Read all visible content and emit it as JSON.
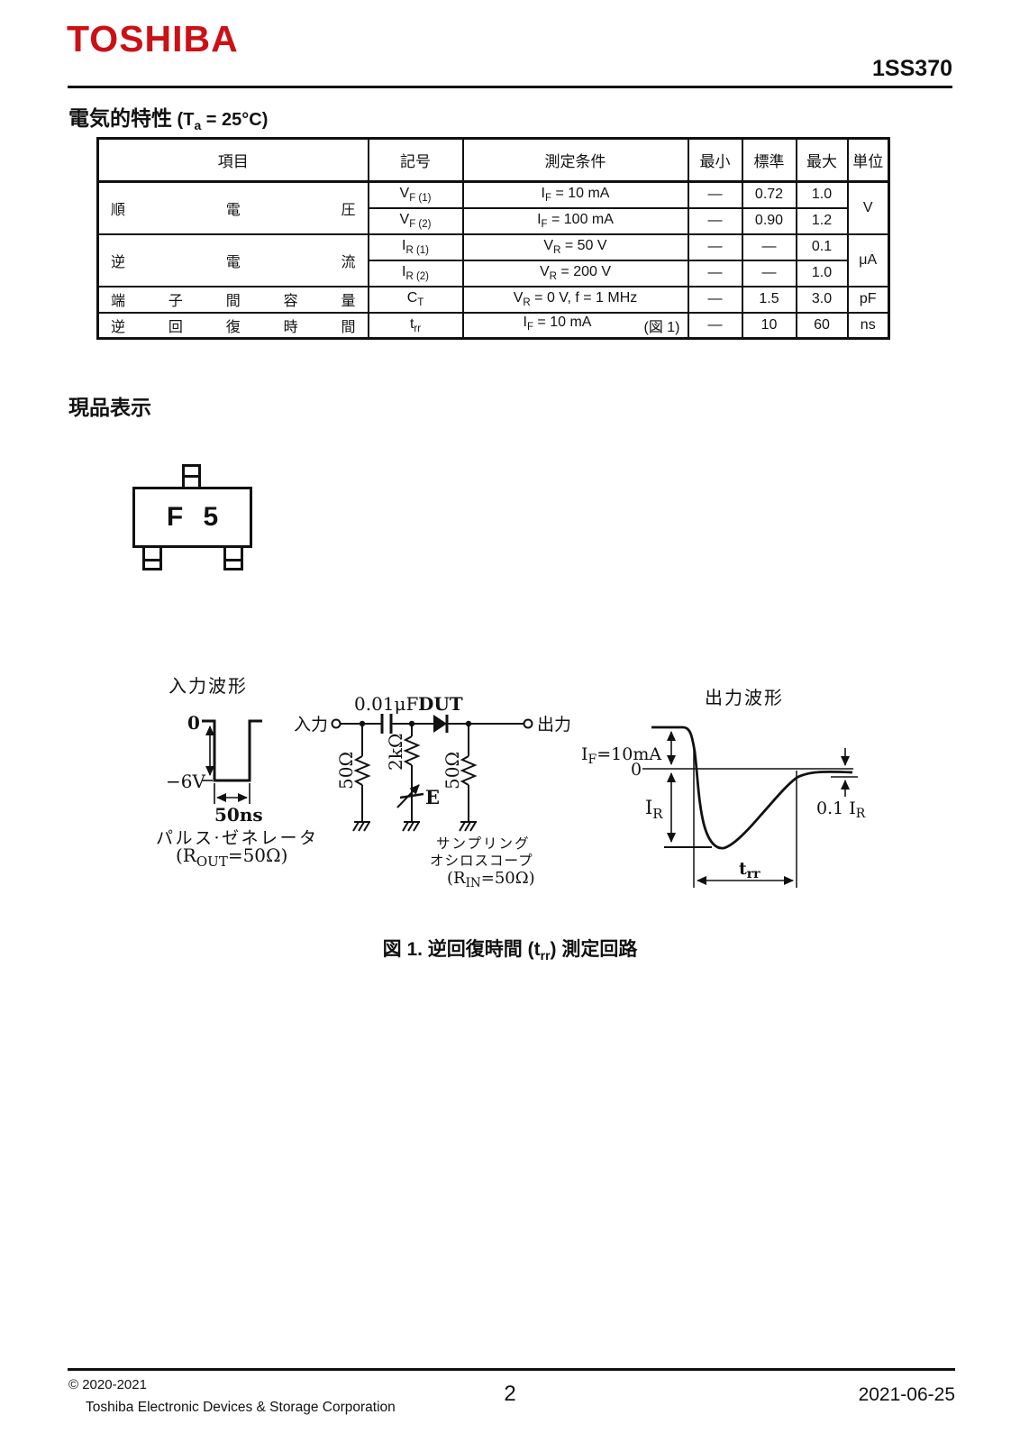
{
  "header": {
    "logo": "TOSHIBA",
    "part_number": "1SS370"
  },
  "electrical": {
    "title_main": "電気的特性",
    "title_cond_pre": " (T",
    "title_cond_sub": "a",
    "title_cond_post": " = 25°C)",
    "table": {
      "headers": {
        "item": "項目",
        "symbol": "記号",
        "condition": "測定条件",
        "min": "最小",
        "typ": "標準",
        "max": "最大",
        "unit": "単位"
      },
      "rows": [
        {
          "item": "順電圧",
          "sym_base": "V",
          "sym_sub": "F (1)",
          "cond_base": "I",
          "cond_sub": "F",
          "cond_rest": " = 10 mA",
          "note": "",
          "min": "—",
          "typ": "0.72",
          "max": "1.0",
          "unit": "V"
        },
        {
          "item": "",
          "sym_base": "V",
          "sym_sub": "F (2)",
          "cond_base": "I",
          "cond_sub": "F",
          "cond_rest": " = 100 mA",
          "note": "",
          "min": "—",
          "typ": "0.90",
          "max": "1.2",
          "unit": ""
        },
        {
          "item": "逆電流",
          "sym_base": "I",
          "sym_sub": "R (1)",
          "cond_base": "V",
          "cond_sub": "R",
          "cond_rest": " = 50 V",
          "note": "",
          "min": "—",
          "typ": "—",
          "max": "0.1",
          "unit": "μA"
        },
        {
          "item": "",
          "sym_base": "I",
          "sym_sub": "R (2)",
          "cond_base": "V",
          "cond_sub": "R",
          "cond_rest": " = 200 V",
          "note": "",
          "min": "—",
          "typ": "—",
          "max": "1.0",
          "unit": ""
        },
        {
          "item": "端子間容量",
          "sym_base": "C",
          "sym_sub": "T",
          "cond_base": "V",
          "cond_sub": "R",
          "cond_rest": " = 0 V, f = 1 MHz",
          "note": "",
          "min": "—",
          "typ": "1.5",
          "max": "3.0",
          "unit": "pF"
        },
        {
          "item": "逆回復時間",
          "sym_base": "t",
          "sym_sub": "rr",
          "cond_base": "I",
          "cond_sub": "F",
          "cond_rest": " = 10 mA",
          "note": "(図 1)",
          "min": "—",
          "typ": "10",
          "max": "60",
          "unit": "ns"
        }
      ]
    }
  },
  "marking": {
    "title": "現品表示",
    "code": "F 5"
  },
  "figure1": {
    "caption_pre": "図 1.  逆回復時間 (t",
    "caption_sub": "rr",
    "caption_post": ")  測定回路",
    "input_waveform": {
      "title": "入力波形",
      "zero_label": "0",
      "low_label": "−6V",
      "width_label": "50ns",
      "source_name": "パルス·ゼネレータ",
      "source_pre": "(R",
      "source_sub": "OUT",
      "source_post": "=50Ω)"
    },
    "circuit": {
      "input_label": "入力",
      "output_label": "出力",
      "capacitor_label": "0.01μF",
      "dut_label": "DUT",
      "r1_label": "50Ω",
      "r2_label": "2kΩ",
      "r3_label": "50Ω",
      "source_label": "E",
      "scope_line1": "サンプリング",
      "scope_line2": "オシロスコープ",
      "scope_pre": "(R",
      "scope_sub": "IN",
      "scope_post": "=50Ω)"
    },
    "output_waveform": {
      "title": "出力波形",
      "if_pre": "I",
      "if_sub": "F",
      "if_post": "=10mA",
      "zero_label": "0",
      "ir_pre": "I",
      "ir_sub": "R",
      "p01_pre": "0.1 I",
      "p01_sub": "R",
      "trr_pre": "t",
      "trr_sub": "rr"
    }
  },
  "footer": {
    "copyright": "© 2020-2021",
    "company": "Toshiba Electronic Devices & Storage Corporation",
    "page": "2",
    "date": "2021-06-25"
  }
}
